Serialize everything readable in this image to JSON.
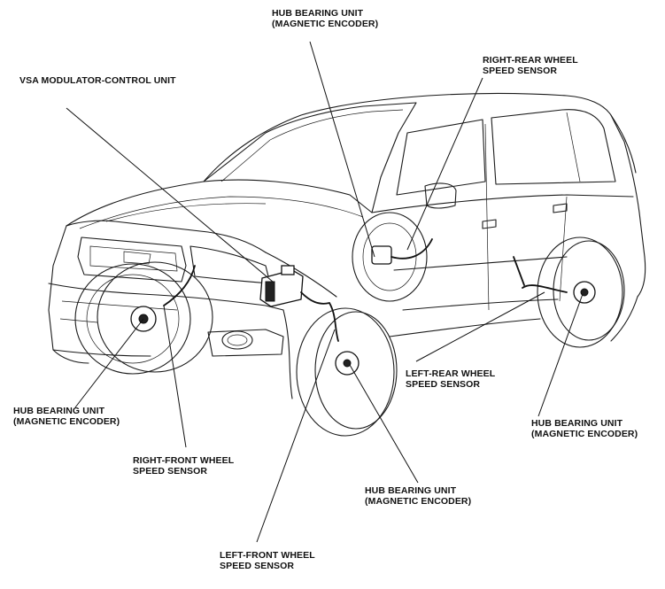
{
  "labels": {
    "hub_top_center": [
      "HUB BEARING UNIT",
      "(MAGNETIC ENCODER)"
    ],
    "right_rear_sensor": [
      "RIGHT-REAR WHEEL",
      "SPEED SENSOR"
    ],
    "vsa_unit": [
      "VSA MODULATOR-CONTROL UNIT"
    ],
    "hub_front_left": [
      "HUB BEARING UNIT",
      "(MAGNETIC ENCODER)"
    ],
    "right_front_sensor": [
      "RIGHT-FRONT WHEEL",
      "SPEED SENSOR"
    ],
    "left_rear_sensor": [
      "LEFT-REAR WHEEL",
      "SPEED SENSOR"
    ],
    "hub_rear_right": [
      "HUB BEARING UNIT",
      "(MAGNETIC ENCODER)"
    ],
    "hub_front_center": [
      "HUB BEARING UNIT",
      "(MAGNETIC ENCODER)"
    ],
    "left_front_sensor": [
      "LEFT-FRONT WHEEL",
      "SPEED SENSOR"
    ]
  }
}
